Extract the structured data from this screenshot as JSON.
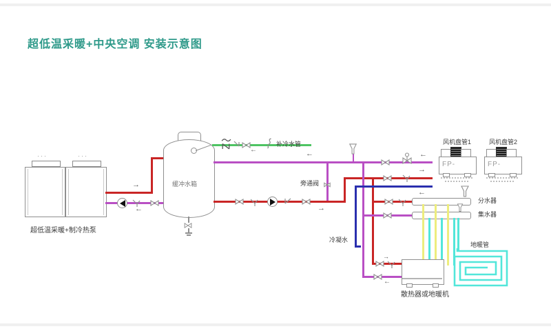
{
  "title": "超低温采暖+中央空调 安装示意图",
  "colors": {
    "title": "#2f9a8a",
    "hot": "#c92525",
    "ret": "#b94fc4",
    "makeup": "#4ec463",
    "cond": "#2a2fae",
    "cyan": "#52e6da",
    "yellow": "#eded7d",
    "outline": "#8f8f8f",
    "label": "#3c3c3c",
    "arrow": "#5a5a5a",
    "band": "#e9e9e9"
  },
  "labels": {
    "heat_pump": "超低温采暖+制冷热泵",
    "tank": "缓冲水箱",
    "makeup_pipe": "补冷水管",
    "bypass_valve": "旁通阀",
    "fcu1": "风机盘管1",
    "fcu2": "风机盘管2",
    "fcu_text": "FP-",
    "distributor": "分水器",
    "collector": "集水器",
    "condensate": "冷凝水",
    "floor_pipe": "地暖管",
    "radiator": "散热器或地暖机"
  },
  "icons": {
    "arrow_left": "←",
    "arrow_right": "→",
    "fan_marks": "···"
  }
}
